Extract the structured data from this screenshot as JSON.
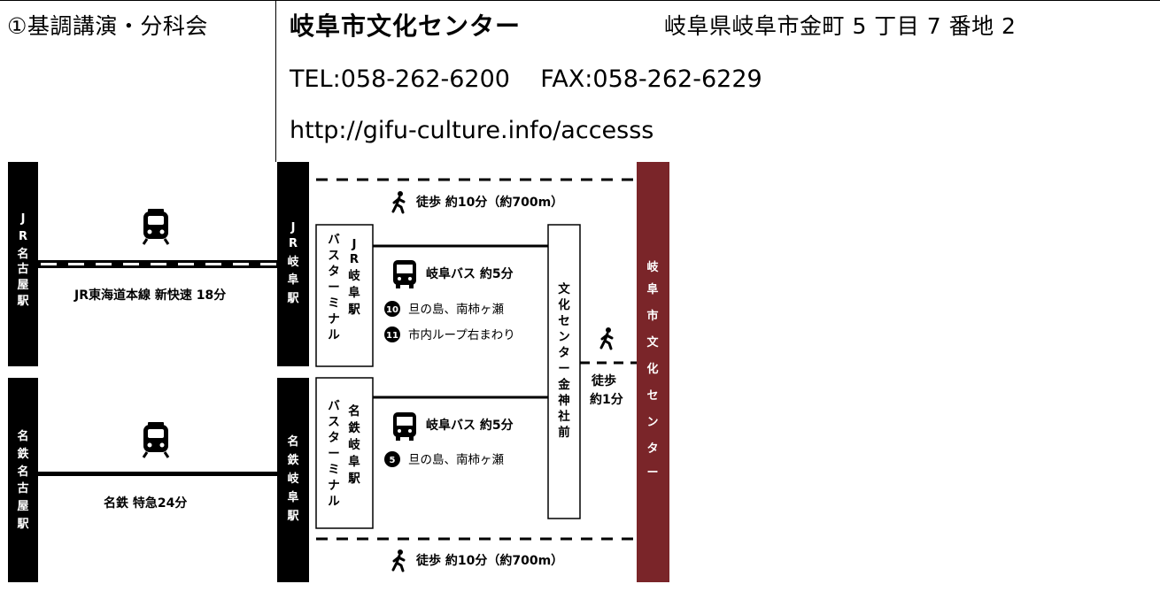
{
  "header": {
    "section_label": "①基調講演・分科会",
    "venue_name": "岐阜市文化センター",
    "address": "岐阜県岐阜市金町 5 丁目 7 番地 2",
    "tel_fax": "TEL:058-262-6200    FAX:058-262-6229",
    "url": "http://gifu-culture.info/accesss"
  },
  "map": {
    "stations": {
      "jr_nagoya": "JR名古屋駅",
      "meitetsu_nagoya": "名鉄名古屋駅",
      "jr_gifu": "JR岐阜駅",
      "meitetsu_gifu": "名鉄岐阜駅",
      "bus_terminal_jr": "JR岐阜駅バスターミナル",
      "bus_terminal_meitetsu": "名鉄岐阜駅バスターミナル",
      "bus_stop": "文化センター金神社前",
      "destination": "岐阜市文化センター"
    },
    "routes": {
      "jr_train": "JR東海道本線 新快速 18分",
      "meitetsu_train": "名鉄 特急24分",
      "walk_top": "徒歩 約10分（約700m）",
      "walk_bottom": "徒歩 約10分（約700m）",
      "walk_short_line1": "徒歩",
      "walk_short_line2": "約1分",
      "bus_jr": "岐阜バス 約5分",
      "bus_jr_route_10_num": "10",
      "bus_jr_route_10": "旦の島、南柿ヶ瀬",
      "bus_jr_route_11_num": "11",
      "bus_jr_route_11": "市内ループ右まわり",
      "bus_meitetsu": "岐阜バス 約5分",
      "bus_meitetsu_route_5_num": "5",
      "bus_meitetsu_route_5": "旦の島、南柿ヶ瀬"
    },
    "icons": {
      "train": "train-icon",
      "bus": "bus-icon",
      "walk": "walking-person-icon"
    },
    "colors": {
      "station_bar": "#000000",
      "destination_bar": "#7a2529",
      "station_text": "#ffffff"
    }
  }
}
